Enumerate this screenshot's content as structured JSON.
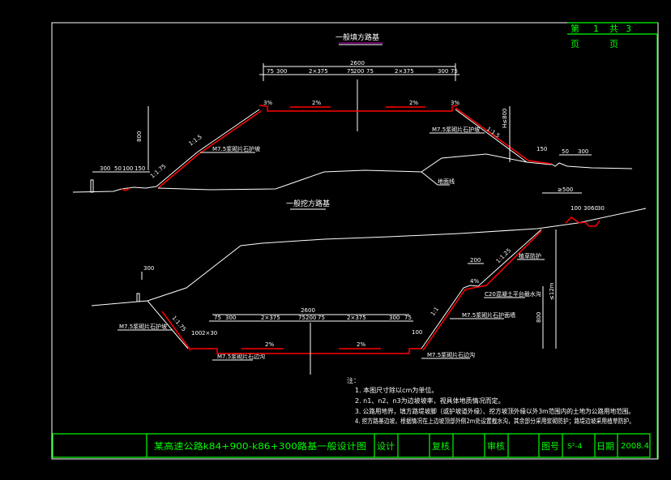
{
  "sheet": {
    "page_label": "第",
    "page_no": "1",
    "total_label": "共",
    "total_no": "3",
    "page_unit_1": "页",
    "page_unit_2": "页"
  },
  "fill_section": {
    "title": "一般填方路基",
    "total_width": "2600",
    "segments": [
      "75",
      "300",
      "2×375",
      "75",
      "200",
      "75",
      "2×375",
      "300",
      "75"
    ],
    "slope_upper": "1:1.5",
    "slope_lower": "1:1.75",
    "height_left": "800",
    "height_right": "H≤800",
    "mortar_left": "M7.5浆砌片石护坡",
    "mortar_right": "M7.5浆砌片石护坡",
    "crossfall_mid": "2%",
    "crossfall_edge": "3%",
    "shoulder_grade": "3%",
    "left_dims": [
      "300",
      "50",
      "100",
      "150"
    ],
    "right_dims": [
      "150",
      "50",
      "300"
    ],
    "ground_label": "地面线"
  },
  "cut_section": {
    "title": "一般挖方路基",
    "total_width": "2600",
    "segments": [
      "75",
      "300",
      "2×375",
      "75",
      "200",
      "75",
      "2×375",
      "300",
      "75"
    ],
    "slope_left": "1:1.75",
    "slope_right_lower": "1:1",
    "slope_right_upper": "1:1.25",
    "left_top_dim": "300",
    "ditch_dims": [
      "100",
      "2×30"
    ],
    "right_ditch_dim": "100",
    "platform_dim": "200",
    "top_dims": [
      "≥500",
      "100",
      "30",
      "60",
      "30"
    ],
    "height_lower": "800",
    "height_total": "≤12m",
    "mortar_left": "M7.5浆砌片石护坡",
    "mortar_ditch_left": "M7.5浆砌片石边沟",
    "mortar_right": "M7.5浆砌片石护面墙",
    "mortar_ditch_right": "M7.5浆砌片石边沟",
    "platform_ditch": "C20混凝土平台截水沟",
    "upper_protect": "植草防护",
    "crossfall_mid": "2%",
    "platform_grade": "4%"
  },
  "notes": {
    "heading": "注：",
    "items": [
      "1. 本图尺寸除以cm为单位。",
      "2. n1、n2、n3为边坡坡率，视具体地质情况而定。",
      "3. 公路用地界，填方路堤坡脚（或护坡道外缘）、挖方坡顶外缘以外3m范围内的土地为公路用地范围。",
      "4. 挖方路基边坡，根据情况在上边坡顶部外侧2m处设置截水沟，其余部分采用浆砌防护；路堤边坡采用植草防护。"
    ]
  },
  "title_block": {
    "drawing_title": "某高速公路k84+900-k86+300路基一般设计图",
    "design_label": "设计",
    "check_label": "复核",
    "review_label": "审核",
    "drawing_no_label": "图号",
    "drawing_no": "S²-4",
    "date_label": "日期",
    "date": "2008.4"
  }
}
